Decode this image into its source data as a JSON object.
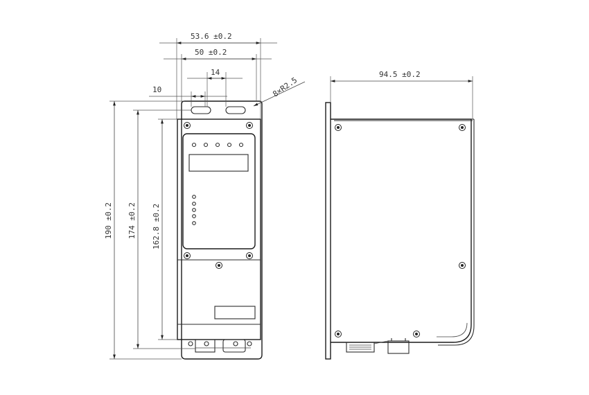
{
  "dimensions": {
    "width_overall": "53.6 ±0.2",
    "hole_spacing": "50 ±0.2",
    "slot_width": "14",
    "slot_offset": "10",
    "radius": "8×R2.5",
    "depth": "94.5 ±0.2",
    "height_overall": "190 ±0.2",
    "height_mount": "174 ±0.2",
    "height_body": "162.8 ±0.2"
  }
}
